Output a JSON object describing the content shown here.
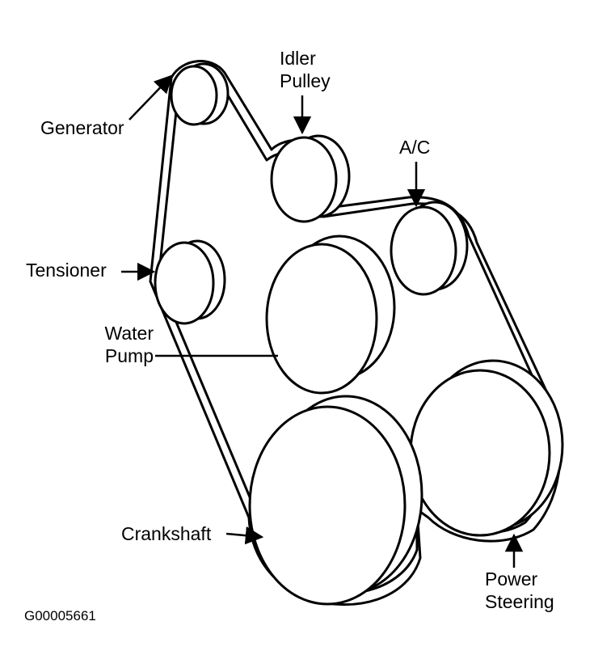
{
  "labels": {
    "generator": "Generator",
    "idler_pulley": [
      "Idler",
      "Pulley"
    ],
    "ac": "A/C",
    "tensioner": "Tensioner",
    "water_pump": [
      "Water",
      "Pump"
    ],
    "crankshaft": "Crankshaft",
    "power_steering": [
      "Power",
      "Steering"
    ]
  },
  "figure_code": "G00005661",
  "colors": {
    "ink": "#000000",
    "paper": "#ffffff"
  }
}
